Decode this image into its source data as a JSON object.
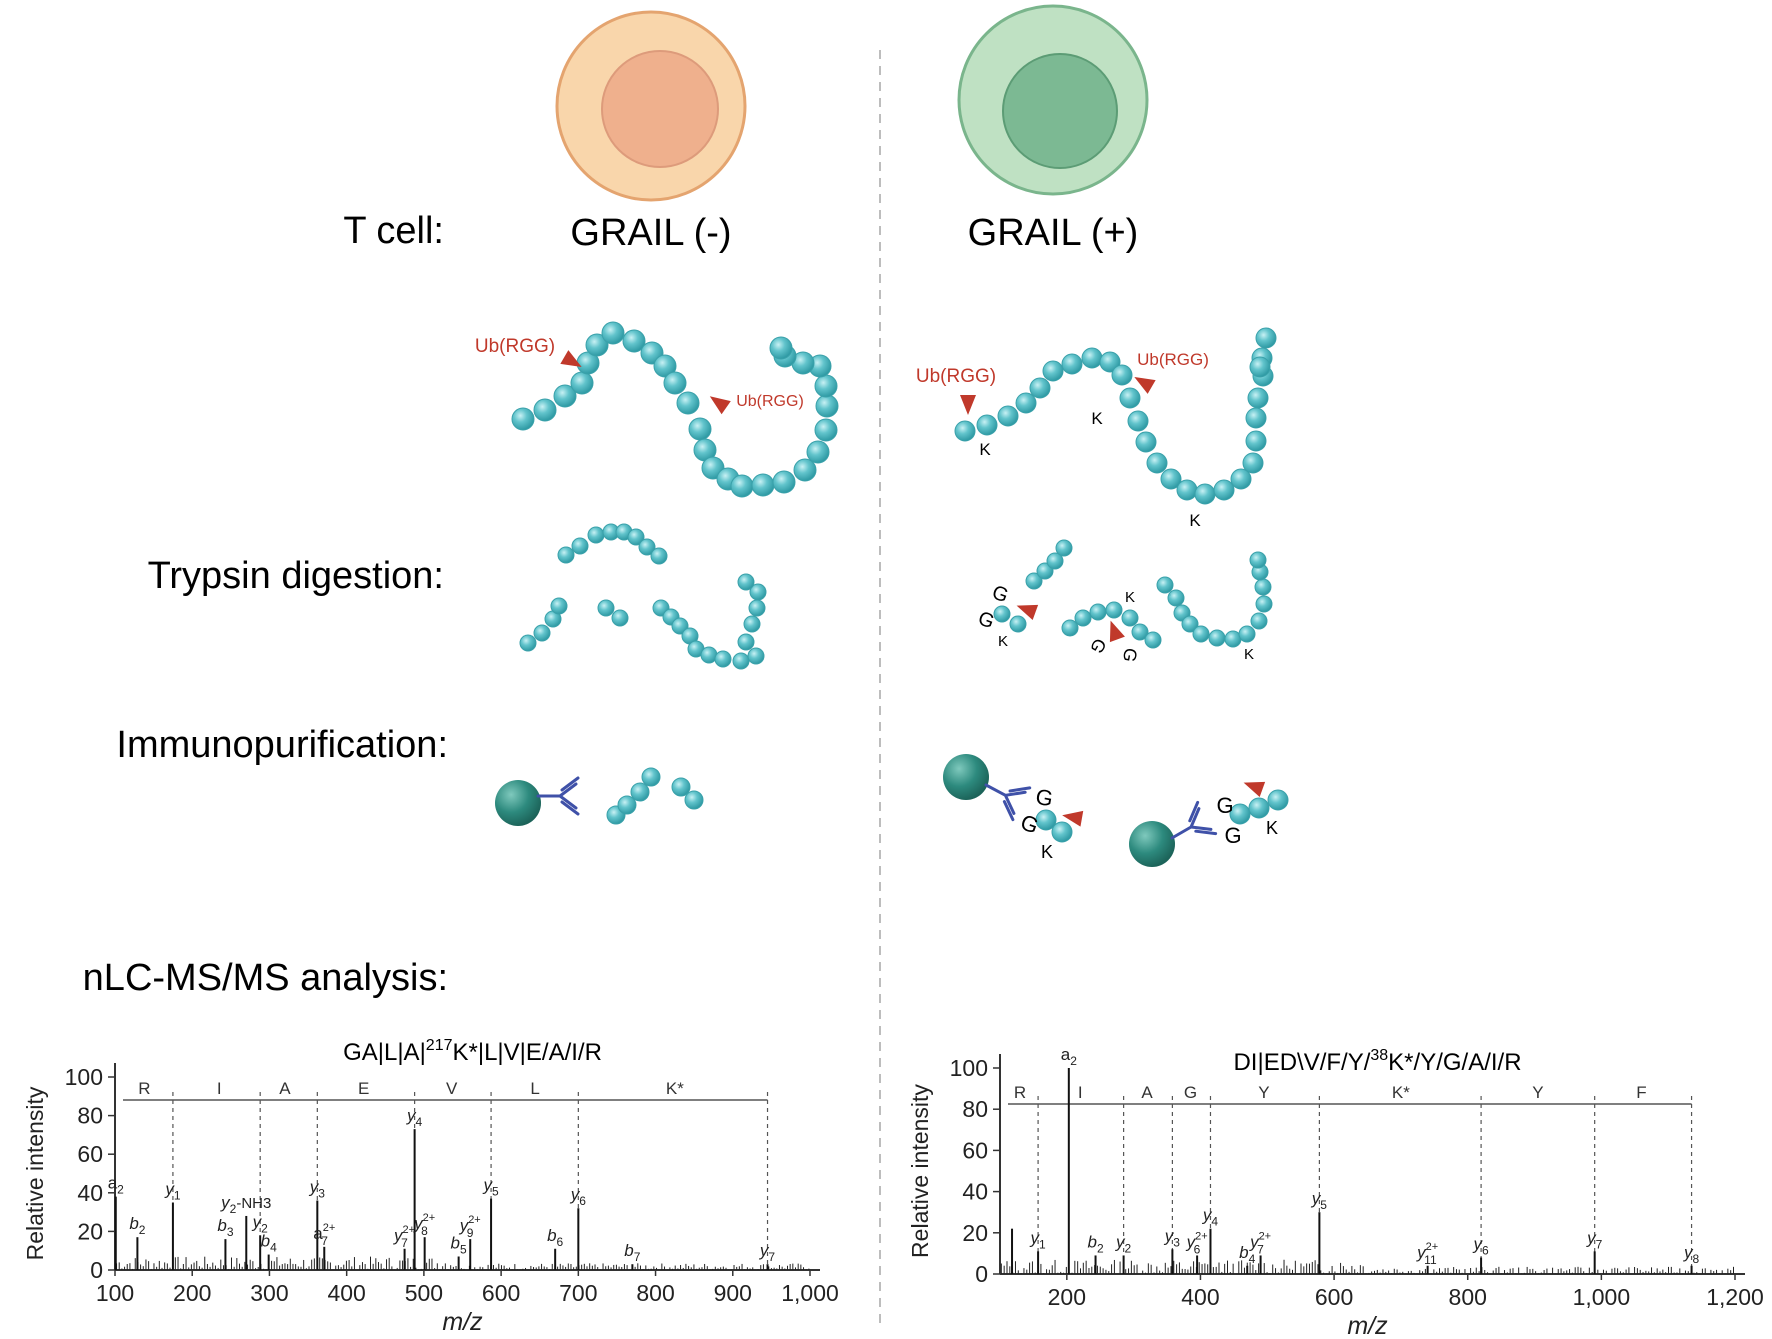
{
  "row_labels": {
    "t_cell": "T cell:",
    "trypsin": "Trypsin digestion:",
    "immuno": "Immunopurification:",
    "nlc": "nLC-MS/MS analysis:"
  },
  "left_cell": {
    "label": "GRAIL (-)",
    "outer_color": "#f9d6ab",
    "inner_color": "#efb08d"
  },
  "right_cell": {
    "label": "GRAIL (+)",
    "outer_color": "#bfe1c3",
    "inner_color": "#7cb993"
  },
  "colors": {
    "bead": "#62c4cc",
    "marker": "#c0392b",
    "antibody": "#3f51a8",
    "resin": "#2d8a7e"
  },
  "ub_label": "Ub(RGG)",
  "k_label": "K",
  "g_label": "G",
  "chart_data": [
    {
      "type": "bar",
      "title_seq": "GA|L|A|",
      "title_sup": "217",
      "title_rest": "K*|L|V|E/A/I/R",
      "ylabel": "Relative intensity",
      "xlabel": "m/z",
      "xlim": [
        100,
        1000
      ],
      "ylim": [
        0,
        100
      ],
      "xticks": [
        "100",
        "200",
        "300",
        "400",
        "500",
        "600",
        "700",
        "800",
        "900",
        "1,000"
      ],
      "xtick_values": [
        100,
        200,
        300,
        400,
        500,
        600,
        700,
        800,
        900,
        1000
      ],
      "yticks": [
        "0",
        "20",
        "40",
        "60",
        "80",
        "100"
      ],
      "ytick_values": [
        0,
        20,
        40,
        60,
        80,
        100
      ],
      "sequence_residues": [
        {
          "label": "R",
          "x": 138
        },
        {
          "label": "I",
          "x": 235
        },
        {
          "label": "A",
          "x": 320
        },
        {
          "label": "E",
          "x": 422
        },
        {
          "label": "V",
          "x": 536
        },
        {
          "label": "L",
          "x": 644
        },
        {
          "label": "K*",
          "x": 825
        }
      ],
      "sequence_breaks": [
        175,
        288,
        362,
        488,
        587,
        700,
        945
      ],
      "peaks": [
        {
          "x": 101,
          "y": 38,
          "label": "a",
          "sub": "2",
          "sup": ""
        },
        {
          "x": 129,
          "y": 17,
          "label": "b",
          "sub": "2",
          "sup": ""
        },
        {
          "x": 175,
          "y": 35,
          "label": "y",
          "sub": "1",
          "sup": ""
        },
        {
          "x": 243,
          "y": 16,
          "label": "b",
          "sub": "3",
          "sup": ""
        },
        {
          "x": 270,
          "y": 28,
          "label": "y",
          "sub": "2",
          "sup": "",
          "suffix": "-NH3"
        },
        {
          "x": 288,
          "y": 18,
          "label": "y",
          "sub": "2",
          "sup": ""
        },
        {
          "x": 299,
          "y": 8,
          "label": "b",
          "sub": "4",
          "sup": ""
        },
        {
          "x": 362,
          "y": 36,
          "label": "y",
          "sub": "3",
          "sup": ""
        },
        {
          "x": 371,
          "y": 12,
          "label": "a",
          "sub": "7",
          "sup": "2+"
        },
        {
          "x": 475,
          "y": 11,
          "label": "y",
          "sub": "7",
          "sup": "2+"
        },
        {
          "x": 488,
          "y": 73,
          "label": "y",
          "sub": "4",
          "sup": ""
        },
        {
          "x": 501,
          "y": 17,
          "label": "y",
          "sub": "8",
          "sup": "2+"
        },
        {
          "x": 545,
          "y": 7,
          "label": "b",
          "sub": "5",
          "sup": ""
        },
        {
          "x": 560,
          "y": 16,
          "label": "y",
          "sub": "9",
          "sup": "2+"
        },
        {
          "x": 587,
          "y": 37,
          "label": "y",
          "sub": "5",
          "sup": ""
        },
        {
          "x": 670,
          "y": 11,
          "label": "b",
          "sub": "6",
          "sup": ""
        },
        {
          "x": 700,
          "y": 32,
          "label": "y",
          "sub": "6",
          "sup": ""
        },
        {
          "x": 770,
          "y": 3,
          "label": "b",
          "sub": "7",
          "sup": ""
        },
        {
          "x": 945,
          "y": 3,
          "label": "y",
          "sub": "7",
          "sup": ""
        }
      ]
    },
    {
      "type": "bar",
      "title_seq": "DI|ED\\V/F/Y/",
      "title_sup": "38",
      "title_rest": "K*/Y/G/A/I/R",
      "ylabel": "Relative intensity",
      "xlabel": "m/z",
      "xlim": [
        100,
        1200
      ],
      "ylim": [
        0,
        100
      ],
      "xticks": [
        "200",
        "400",
        "600",
        "800",
        "1,000",
        "1,200"
      ],
      "xtick_values": [
        200,
        400,
        600,
        800,
        1000,
        1200
      ],
      "yticks": [
        "0",
        "20",
        "40",
        "60",
        "80",
        "100"
      ],
      "ytick_values": [
        0,
        20,
        40,
        60,
        80,
        100
      ],
      "sequence_residues": [
        {
          "label": "R",
          "x": 130
        },
        {
          "label": "I",
          "x": 220
        },
        {
          "label": "A",
          "x": 320
        },
        {
          "label": "G",
          "x": 385
        },
        {
          "label": "Y",
          "x": 495
        },
        {
          "label": "K*",
          "x": 700
        },
        {
          "label": "Y",
          "x": 905
        },
        {
          "label": "F",
          "x": 1060
        }
      ],
      "sequence_breaks": [
        157,
        285,
        358,
        415,
        578,
        820,
        990,
        1135
      ],
      "peaks": [
        {
          "x": 118,
          "y": 22,
          "label": "",
          "sub": "",
          "sup": ""
        },
        {
          "x": 157,
          "y": 11,
          "label": "y",
          "sub": "1",
          "sup": ""
        },
        {
          "x": 203,
          "y": 100,
          "label": "a",
          "sub": "2",
          "sup": ""
        },
        {
          "x": 243,
          "y": 9,
          "label": "b",
          "sub": "2",
          "sup": ""
        },
        {
          "x": 285,
          "y": 9,
          "label": "y",
          "sub": "2",
          "sup": ""
        },
        {
          "x": 358,
          "y": 12,
          "label": "y",
          "sub": "3",
          "sup": ""
        },
        {
          "x": 395,
          "y": 9,
          "label": "y",
          "sub": "6",
          "sup": "2+"
        },
        {
          "x": 415,
          "y": 22,
          "label": "y",
          "sub": "4",
          "sup": ""
        },
        {
          "x": 470,
          "y": 4,
          "label": "b",
          "sub": "4",
          "sup": ""
        },
        {
          "x": 490,
          "y": 9,
          "label": "y",
          "sub": "7",
          "sup": "2+"
        },
        {
          "x": 578,
          "y": 30,
          "label": "y",
          "sub": "5",
          "sup": ""
        },
        {
          "x": 740,
          "y": 4,
          "label": "y",
          "sub": "11",
          "sup": "2+"
        },
        {
          "x": 820,
          "y": 8,
          "label": "y",
          "sub": "6",
          "sup": ""
        },
        {
          "x": 990,
          "y": 11,
          "label": "y",
          "sub": "7",
          "sup": ""
        },
        {
          "x": 1135,
          "y": 4,
          "label": "y",
          "sub": "8",
          "sup": ""
        }
      ]
    }
  ]
}
